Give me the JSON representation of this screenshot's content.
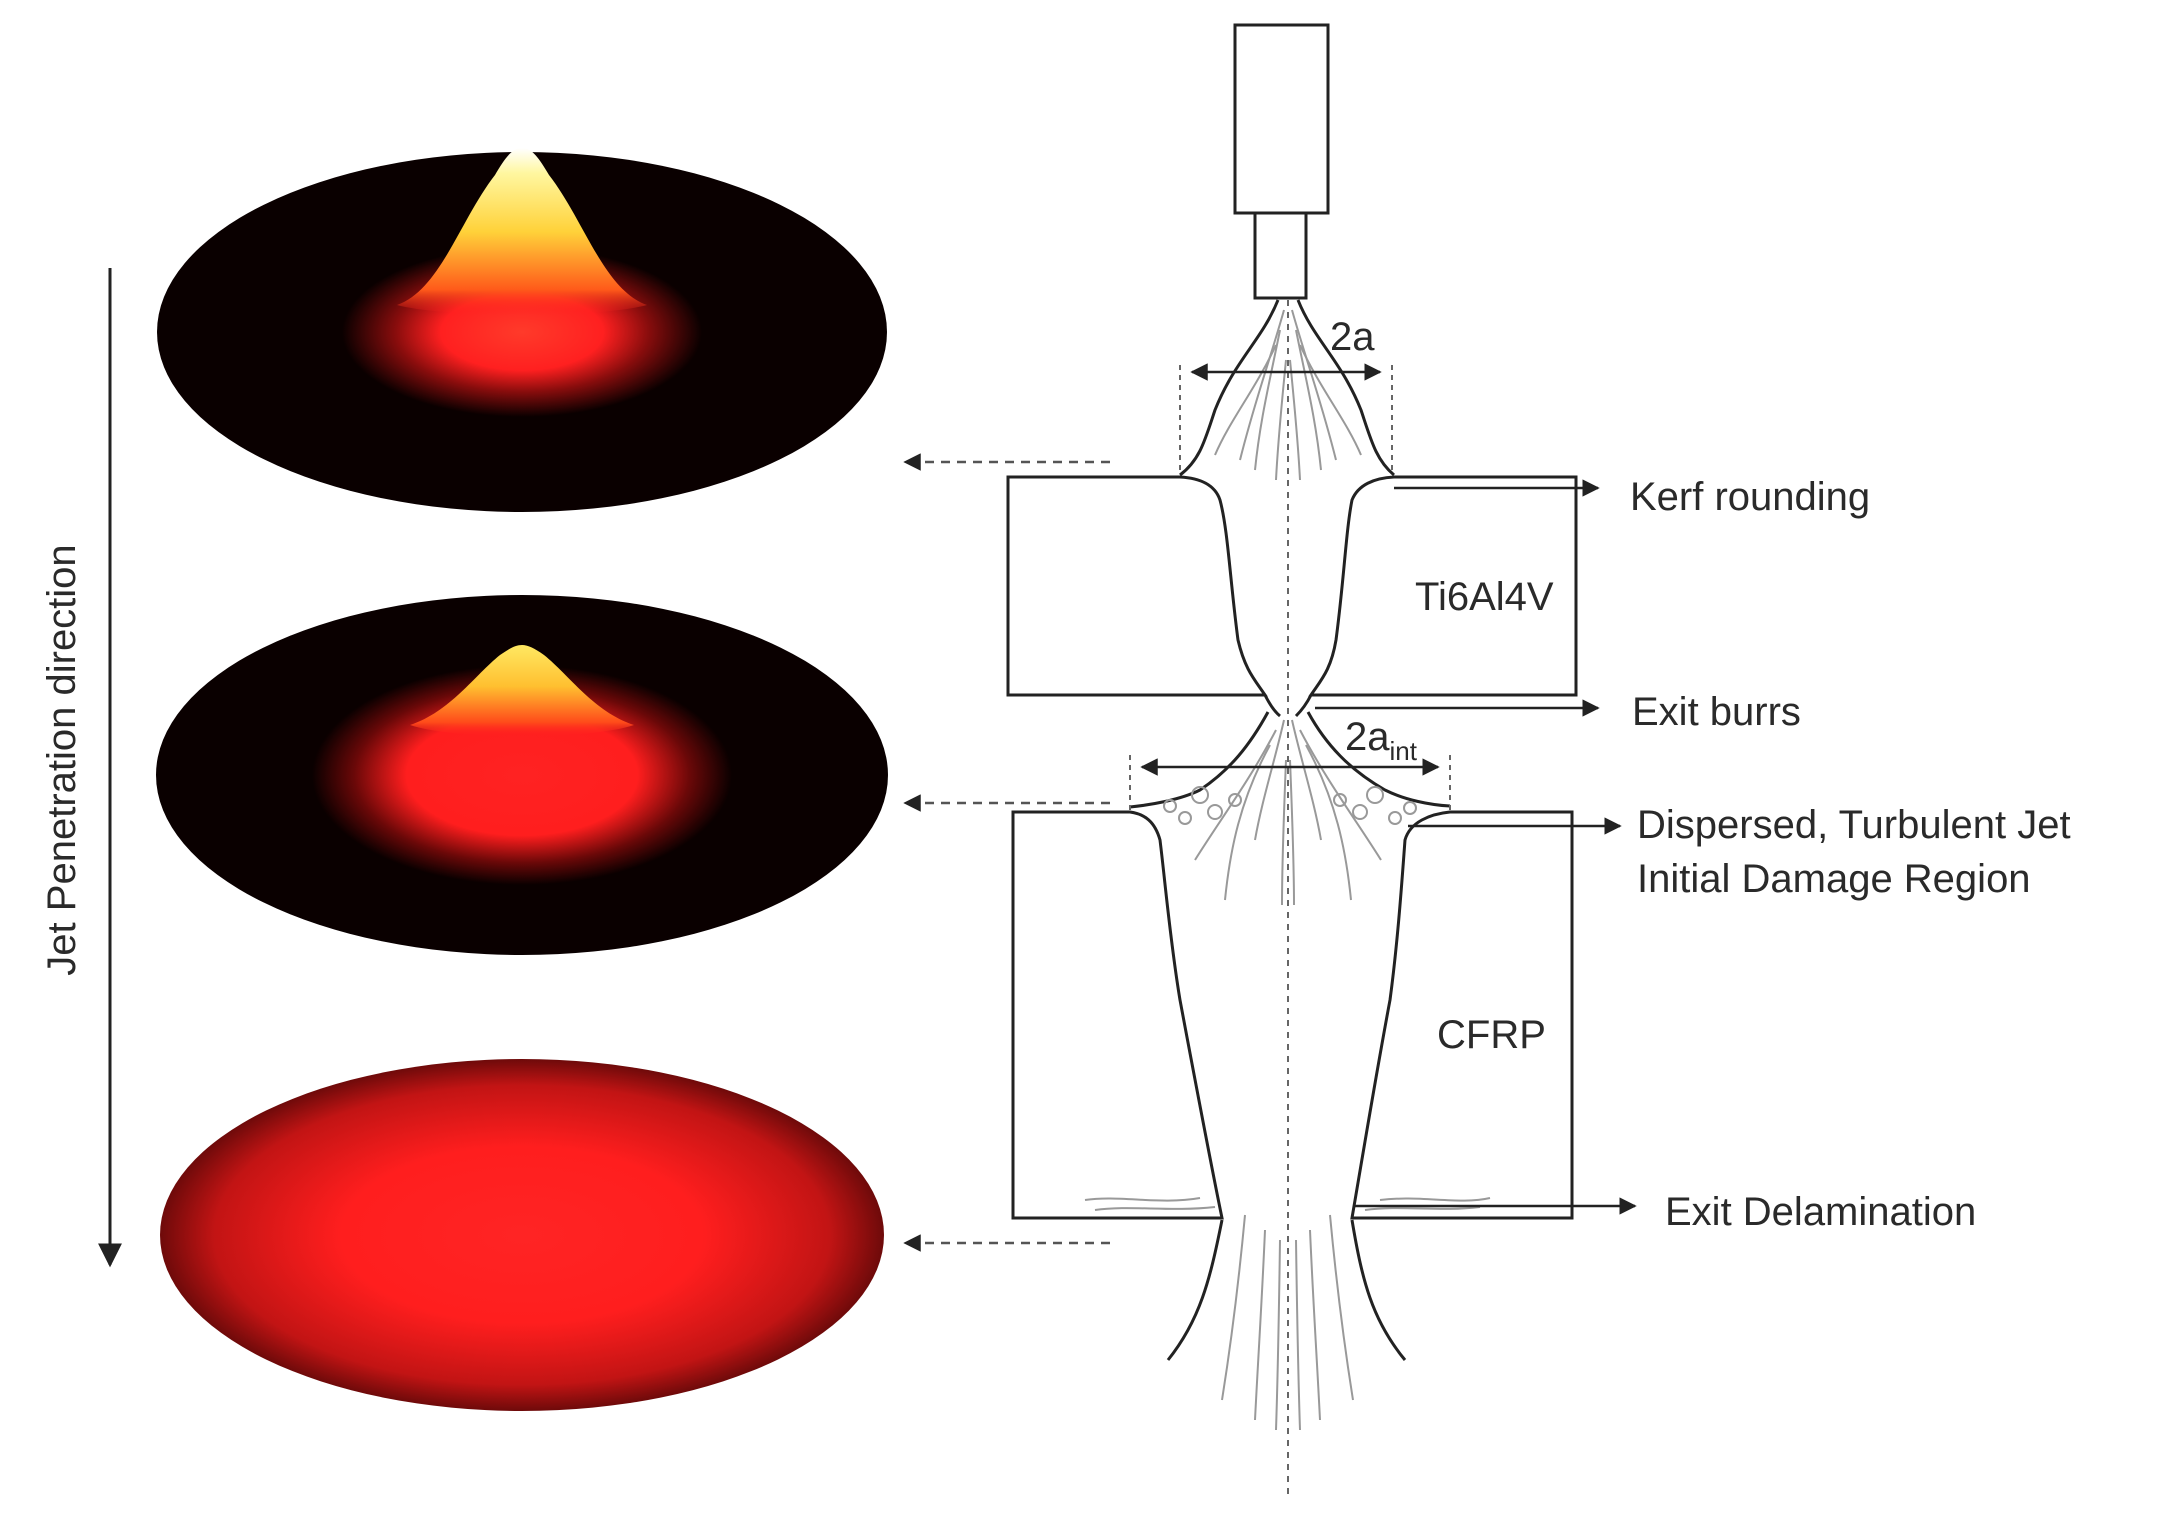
{
  "labels": {
    "jet_direction": "Jet Penetration direction",
    "jet_width": "2a",
    "jet_width_interface_base": "2a",
    "jet_width_interface_sub": "int",
    "material_top": "Ti6Al4V",
    "material_bottom": "CFRP",
    "kerf_rounding": "Kerf rounding",
    "exit_burrs": "Exit burrs",
    "dispersed_line1": "Dispersed, Turbulent Jet",
    "dispersed_line2": "Initial Damage Region",
    "exit_delamination": "Exit Delamination"
  },
  "colors": {
    "line": "#222222",
    "heat_dark": "#0a0000",
    "heat_red": "#ff2020",
    "heat_yellow": "#ffe040",
    "heat_white": "#ffffff"
  },
  "energy_profiles": [
    {
      "stage": "before Ti6Al4V",
      "peak": "high"
    },
    {
      "stage": "Ti6Al4V / CFRP interface",
      "peak": "medium"
    },
    {
      "stage": "after CFRP",
      "peak": "flat"
    }
  ]
}
